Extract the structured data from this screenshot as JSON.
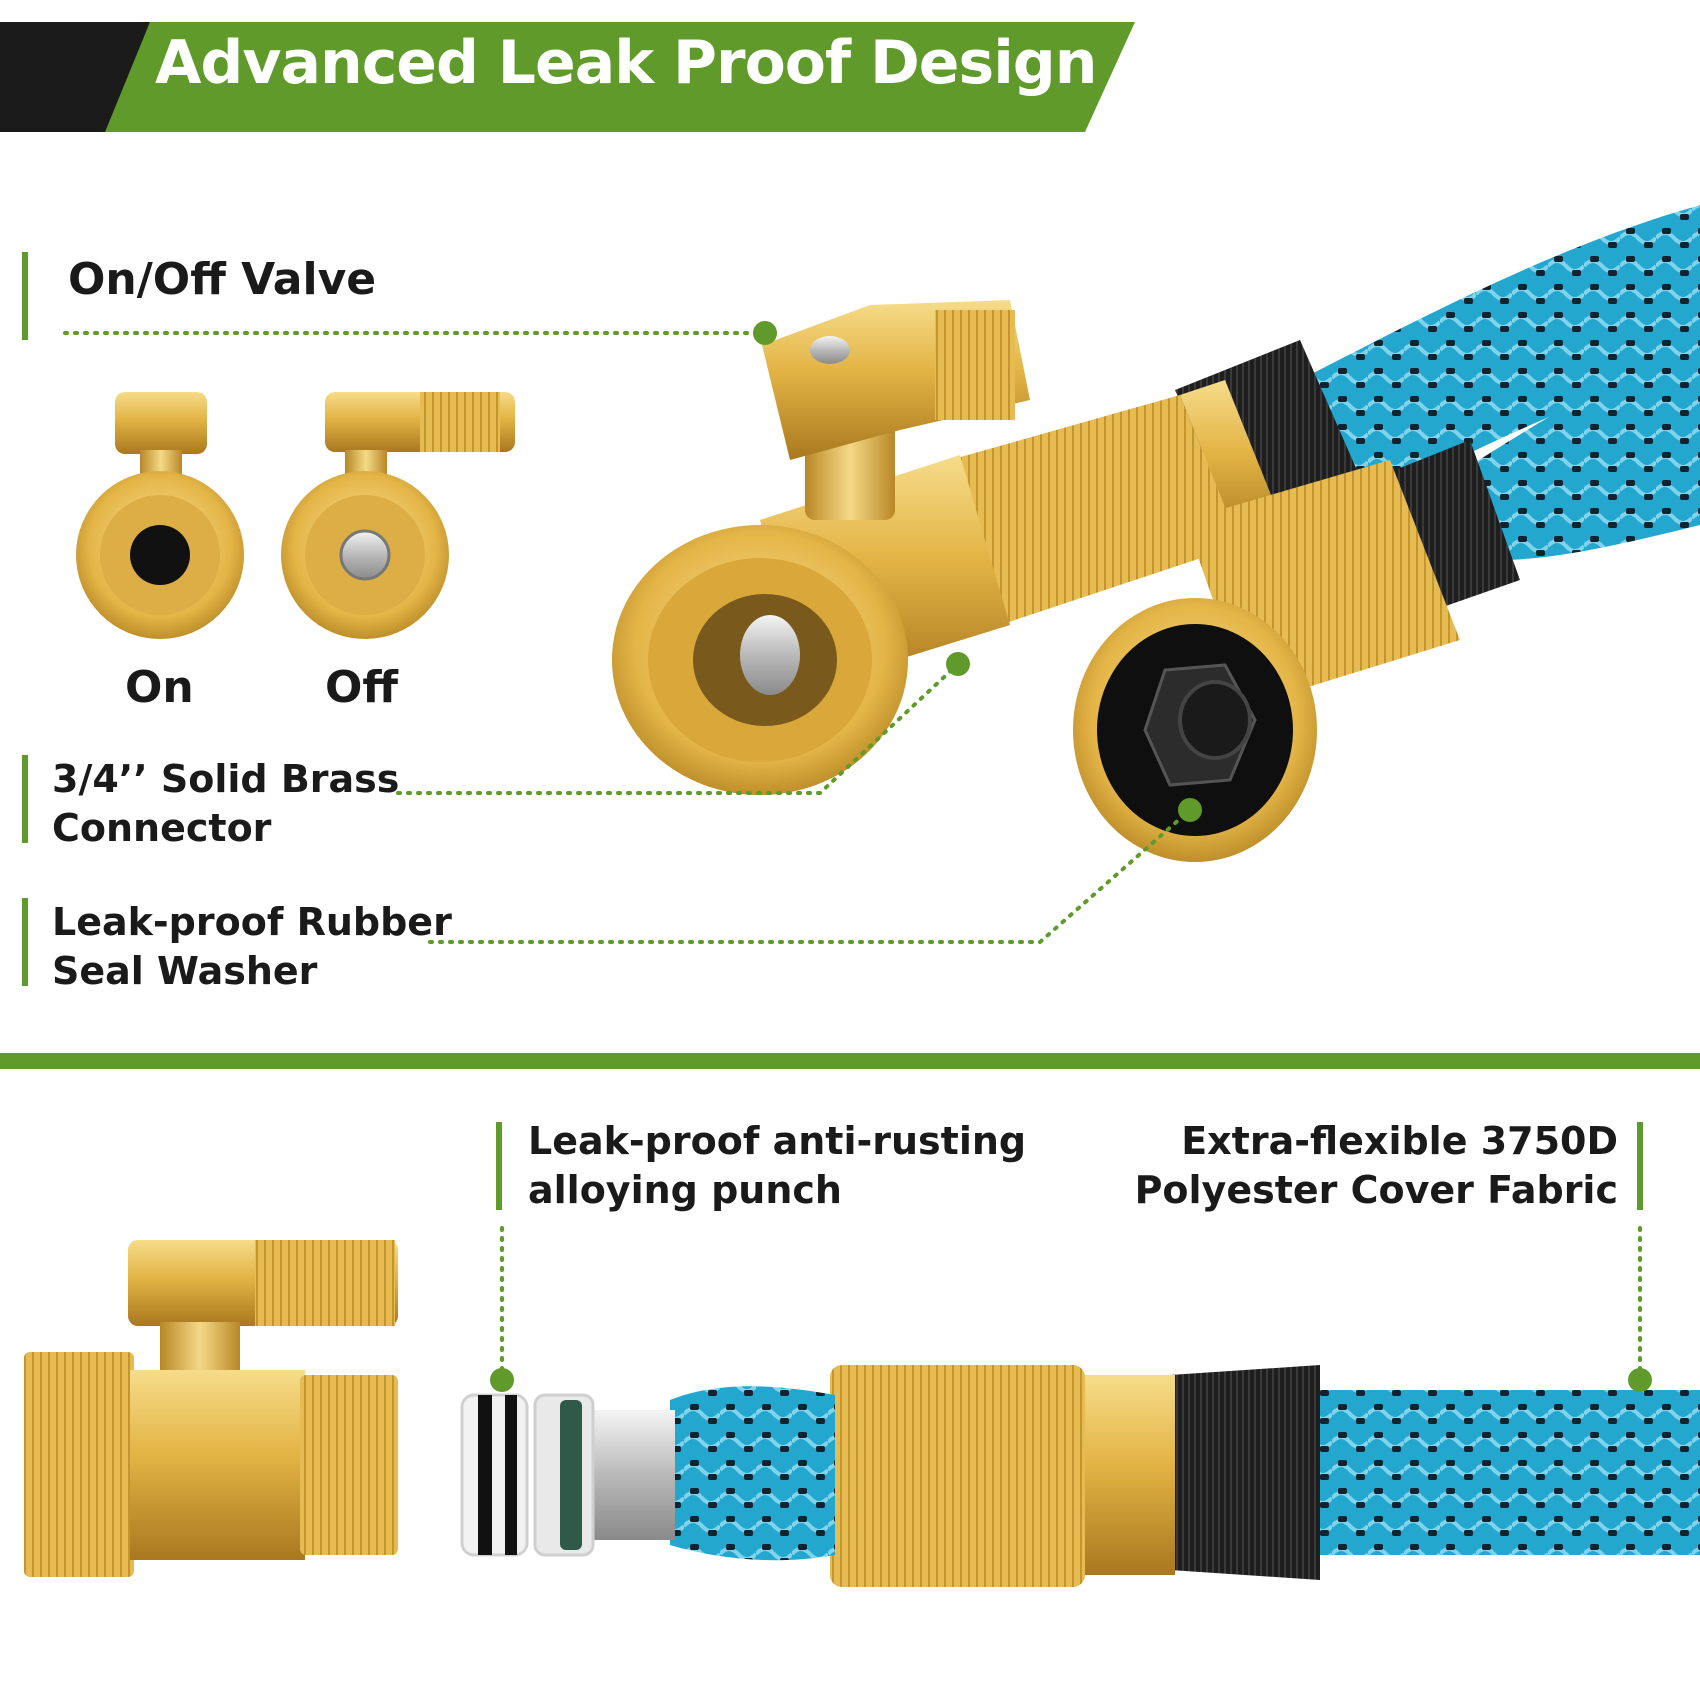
{
  "banner": {
    "title": "Advanced Leak Proof Design"
  },
  "callouts": {
    "valve": "On/Off Valve",
    "on": "On",
    "off": "Off",
    "connector_line1": "3/4’’ Solid Brass",
    "connector_line2": "Connector",
    "washer_line1": "Leak-proof Rubber",
    "washer_line2": "Seal Washer",
    "punch_line1": "Leak-proof anti-rusting",
    "punch_line2": "alloying punch",
    "fabric_line1": "Extra-flexible 3750D",
    "fabric_line2": "Polyester Cover Fabric"
  },
  "colors": {
    "accent_green": "#5f9a2a",
    "brass": "#e0b23e",
    "hose_blue": "#1fa3c9",
    "black": "#1a1a1a"
  }
}
